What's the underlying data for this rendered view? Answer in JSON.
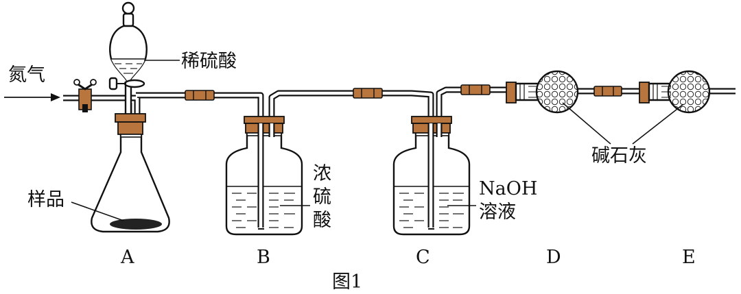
{
  "labels": {
    "nitrogen": "氮气",
    "dilute_acid": "稀硫酸",
    "sample": "样品",
    "conc_acid": [
      "浓",
      "硫",
      "酸"
    ],
    "naoh_line1": "NaOH",
    "naoh_line2": "溶液",
    "soda_lime": "碱石灰"
  },
  "apparatus": [
    "A",
    "B",
    "C",
    "D",
    "E"
  ],
  "figure_caption": "图1",
  "colors": {
    "stopper": "#b8753d",
    "line": "#111111"
  }
}
